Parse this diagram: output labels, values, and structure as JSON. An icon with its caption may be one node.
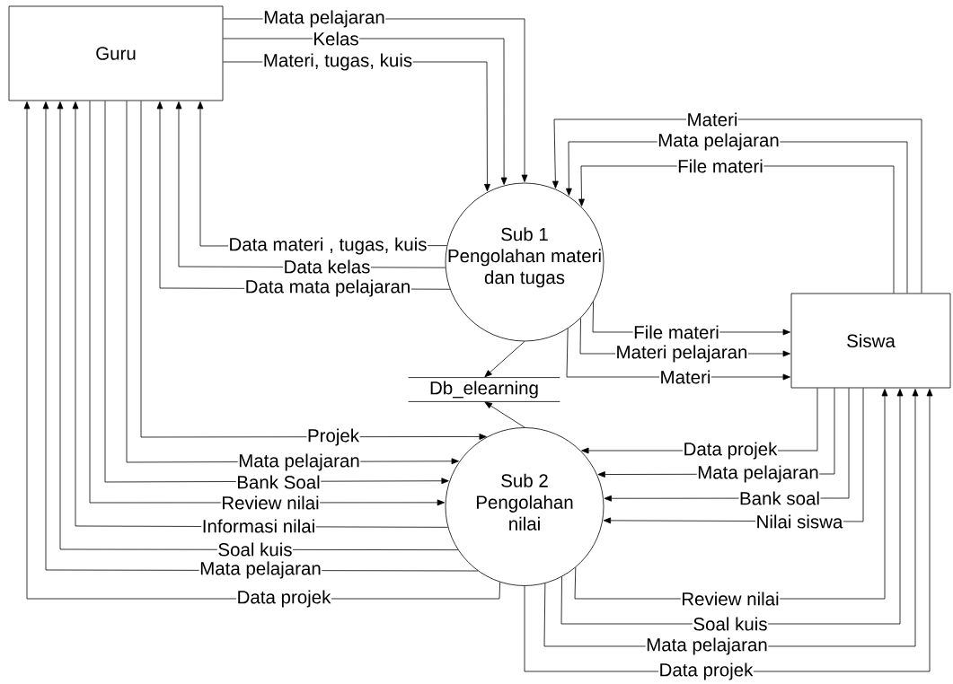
{
  "diagram": {
    "nodes": [
      {
        "text": [
          "Guru"
        ]
      },
      {
        "text": [
          "Sub 1",
          "Pengolahan materi dan tugas"
        ]
      },
      {
        "text": [
          "Siswa"
        ]
      },
      {
        "text": [
          "Db_elearning"
        ]
      },
      {
        "text": [
          "Sub 2",
          "Pengolahan nilai"
        ]
      }
    ],
    "edges": [
      {
        "from": 0,
        "to": 1,
        "arrow": "to",
        "label": "Mata pelajaran"
      },
      {
        "from": 0,
        "to": 1,
        "arrow": "to",
        "label": "Kelas"
      },
      {
        "from": 0,
        "to": 1,
        "arrow": "to",
        "label": "Materi, tugas, kuis"
      },
      {
        "from": 1,
        "to": 0,
        "arrow": "to",
        "label": "Data materi , tugas, kuis"
      },
      {
        "from": 1,
        "to": 0,
        "arrow": "to",
        "label": "Data kelas"
      },
      {
        "from": 1,
        "to": 0,
        "arrow": "to",
        "label": "Data mata pelajaran"
      },
      {
        "from": 2,
        "to": 1,
        "arrow": "to",
        "label": "Materi"
      },
      {
        "from": 2,
        "to": 1,
        "arrow": "to",
        "label": "Mata pelajaran"
      },
      {
        "from": 2,
        "to": 1,
        "arrow": "to",
        "label": "File materi"
      },
      {
        "from": 1,
        "to": 2,
        "arrow": "to",
        "label": "File materi"
      },
      {
        "from": 1,
        "to": 2,
        "arrow": "to",
        "label": "Materi pelajaran"
      },
      {
        "from": 1,
        "to": 2,
        "arrow": "to",
        "label": "Materi"
      },
      {
        "from": 1,
        "to": 3,
        "arrow": "to"
      },
      {
        "from": 4,
        "to": 3,
        "arrow": "to"
      },
      {
        "from": 0,
        "to": 4,
        "arrow": "to",
        "label": "Projek"
      },
      {
        "from": 0,
        "to": 4,
        "arrow": "to",
        "label": "Mata pelajaran"
      },
      {
        "from": 0,
        "to": 4,
        "arrow": "to",
        "label": "Bank Soal"
      },
      {
        "from": 0,
        "to": 4,
        "arrow": "to",
        "label": "Review nilai"
      },
      {
        "from": 4,
        "to": 0,
        "arrow": "to",
        "label": "Informasi nilai"
      },
      {
        "from": 4,
        "to": 0,
        "arrow": "to",
        "label": "Soal kuis"
      },
      {
        "from": 4,
        "to": 0,
        "arrow": "to",
        "label": "Mata pelajaran"
      },
      {
        "from": 4,
        "to": 0,
        "arrow": "to",
        "label": "Data projek"
      },
      {
        "from": 2,
        "to": 4,
        "arrow": "to",
        "label": "Data projek"
      },
      {
        "from": 2,
        "to": 4,
        "arrow": "to",
        "label": "Mata pelajaran"
      },
      {
        "from": 2,
        "to": 4,
        "arrow": "to",
        "label": "Bank soal"
      },
      {
        "from": 2,
        "to": 4,
        "arrow": "to",
        "label": "Nilai siswa"
      },
      {
        "from": 4,
        "to": 2,
        "arrow": "to",
        "label": "Review nilai"
      },
      {
        "from": 4,
        "to": 2,
        "arrow": "to",
        "label": "Soal kuis"
      },
      {
        "from": 4,
        "to": 2,
        "arrow": "to",
        "label": "Mata pelajaran"
      },
      {
        "from": 4,
        "to": 2,
        "arrow": "to",
        "label": "Data projek"
      }
    ]
  }
}
